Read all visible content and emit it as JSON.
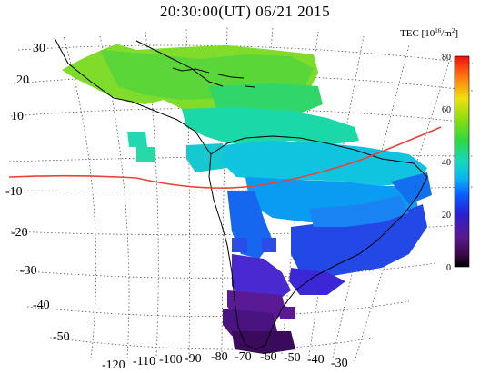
{
  "title": "20:30:00(UT)  06/21 2015",
  "colorbar": {
    "label": "TEC [10",
    "label_exp": "16",
    "label_unit": "/m",
    "label_unit_exp": "2",
    "label_close": "]",
    "range": [
      0,
      80
    ],
    "ticks": [
      "0",
      "20",
      "40",
      "60",
      "80"
    ]
  },
  "lat_labels": [
    "30",
    "20",
    "10",
    "-10",
    "-20",
    "-30",
    "-40",
    "-50"
  ],
  "lon_labels": [
    "-120",
    "-110",
    "-100",
    "-90",
    "-80",
    "-70",
    "-60",
    "-50",
    "-40",
    "-30"
  ],
  "colors": {
    "equator_line": "#e8423a",
    "coastline": "#000000",
    "grid": "#555555"
  }
}
